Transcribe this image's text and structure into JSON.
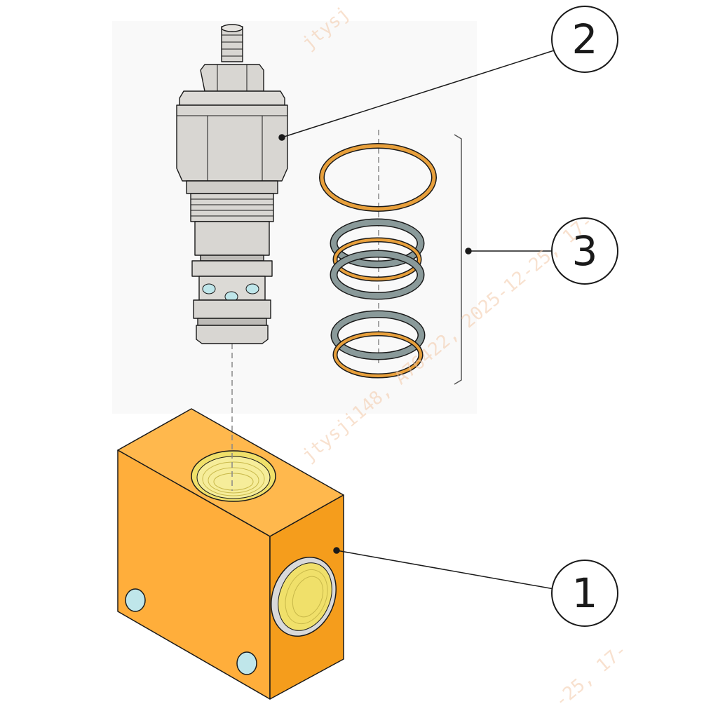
{
  "callouts": {
    "part1": "1",
    "part2": "2",
    "part3": "3"
  },
  "watermark": {
    "line1": "jtysj",
    "line2": "jtysji148, A76422, 2025-12-25, 17-",
    "line3": "-25, 17-"
  },
  "colors": {
    "block": "#ffae3b",
    "block_side": "#f59d1c",
    "block_top": "#ffb84d",
    "cartridge": "#d8d6d2",
    "oring_orange": "#e8a03c",
    "oring_grey": "#8a9a9a",
    "port_hole": "#bfe6ea"
  }
}
